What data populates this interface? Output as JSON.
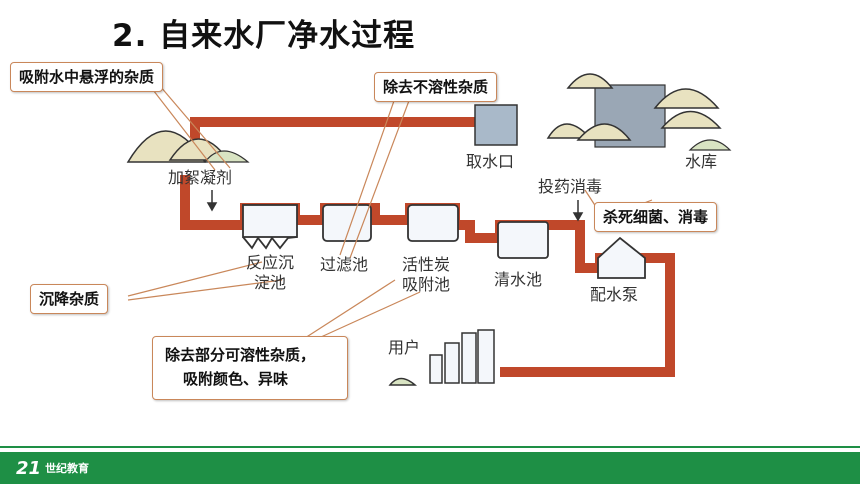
{
  "title": "2. 自来水厂净水过程",
  "callouts": {
    "adsorb_suspended": "吸附水中悬浮的杂质",
    "remove_insoluble": "除去不溶性杂质",
    "kill_bacteria": "杀死细菌、消毒",
    "sediment": "沉降杂质",
    "remove_soluble_1": "除去部分可溶性杂质，",
    "remove_soluble_2": "吸附颜色、异味"
  },
  "labels": {
    "intake": "取水口",
    "reservoir": "水库",
    "coagulant": "加絮凝剂",
    "dosing": "投药消毒",
    "reaction_1": "反应沉",
    "reaction_2": "淀池",
    "filter": "过滤池",
    "carbon_1": "活性炭",
    "carbon_2": "吸附池",
    "clear_water": "清水池",
    "pump": "配水泵",
    "user": "用户"
  },
  "colors": {
    "pipe": "#c0482a",
    "tank": "#a9b9c9",
    "footer": "#1e8f45",
    "callout_border": "#c9875a"
  },
  "footer": {
    "brand_mark": "21",
    "brand_text": "世纪教育"
  }
}
